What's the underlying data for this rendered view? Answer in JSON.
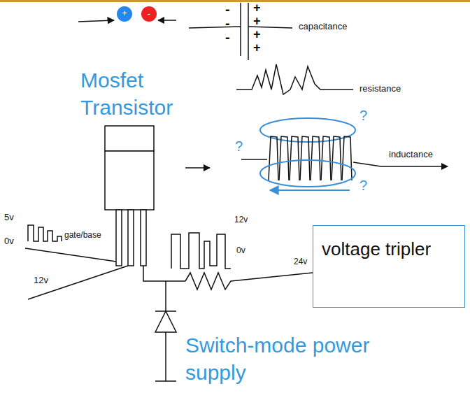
{
  "diagram": {
    "nodes": [
      {
        "text": [
          "voltage tripler"
        ]
      }
    ],
    "labels": [
      "+",
      "-",
      "-",
      "-",
      "-",
      "+",
      "+",
      "+",
      "+",
      "capacitance",
      "Mosfet Transistor",
      "resistance",
      "?",
      "?",
      "?",
      "inductance",
      "5v",
      "0v",
      "gate/base",
      "12v",
      "0v",
      "12v",
      "24v",
      "Switch-mode power supply"
    ]
  }
}
